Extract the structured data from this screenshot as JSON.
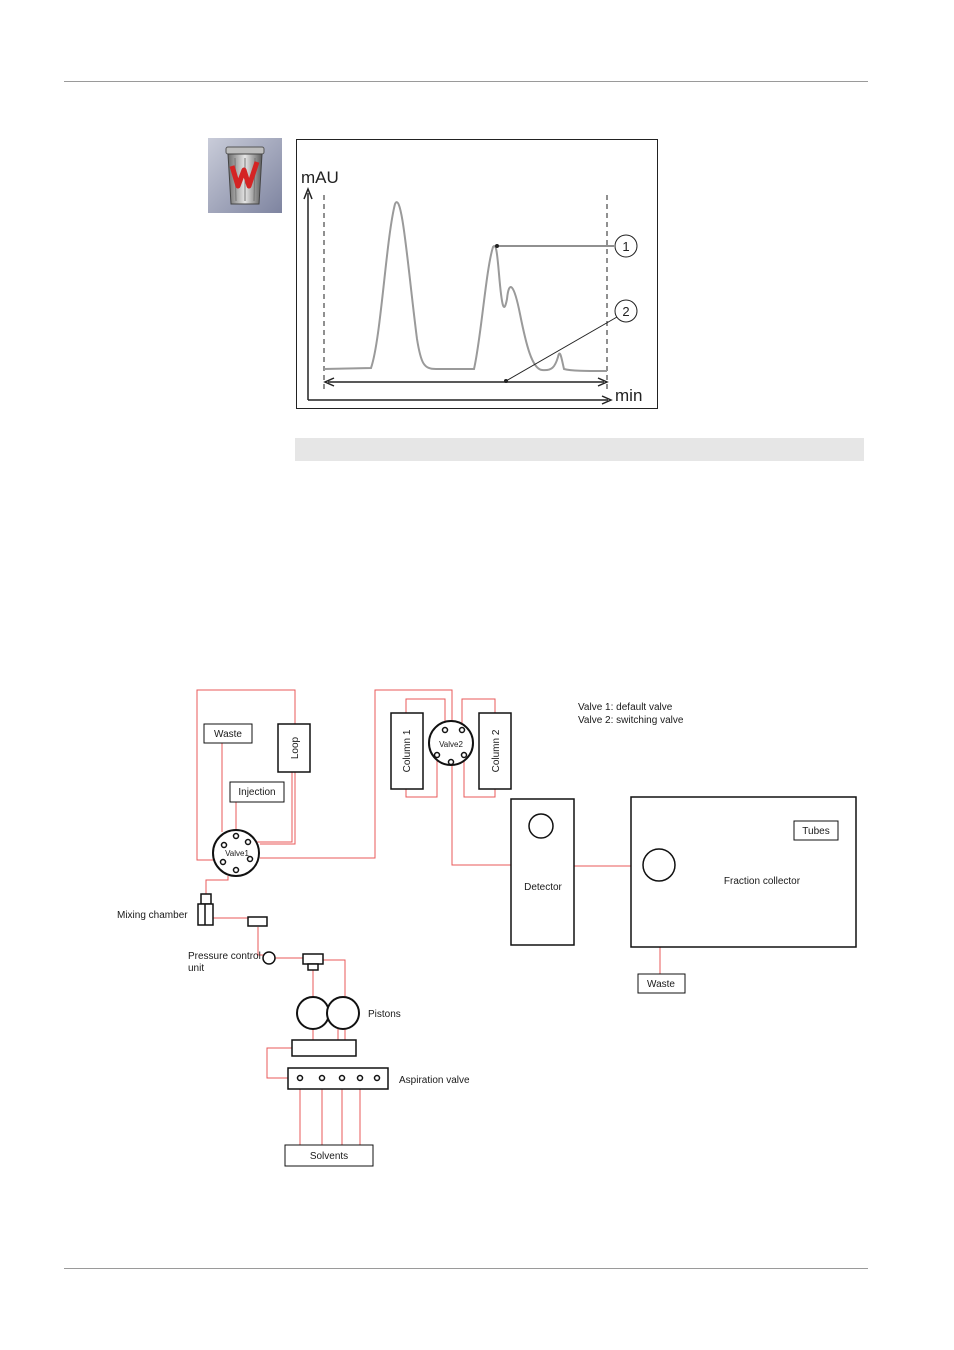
{
  "chromatogram": {
    "y_axis_label": "mAU",
    "x_axis_label": "min",
    "callouts": [
      "1",
      "2"
    ]
  },
  "note_bar": {
    "text": ""
  },
  "flow_scheme": {
    "legend": [
      "Valve  1: default  valve",
      "Valve  2: switching valve"
    ],
    "boxes": {
      "waste_top": "Waste",
      "loop": "Loop",
      "injection": "Injection",
      "valve1": "Valve1",
      "column1": "Column 1",
      "valve2": "Valve2",
      "column2": "Column 2",
      "detector": "Detector",
      "fraction_collector": "Fraction collector",
      "tubes": "Tubes",
      "waste_bottom": "Waste",
      "solvents": "Solvents"
    },
    "labels": {
      "mixing_chamber": "Mixing chamber",
      "pressure_control_1": "Pressure control",
      "pressure_control_2": "unit",
      "pistons": "Pistons",
      "aspiration_valve": "Aspiration valve"
    }
  },
  "colors": {
    "tubing": "#e8585a",
    "outline": "#111111",
    "trace": "#9a9a9a",
    "icon_bg": "#9aa0b8",
    "icon_mark": "#d42424"
  },
  "icons": [
    "trash-bin-icon"
  ]
}
